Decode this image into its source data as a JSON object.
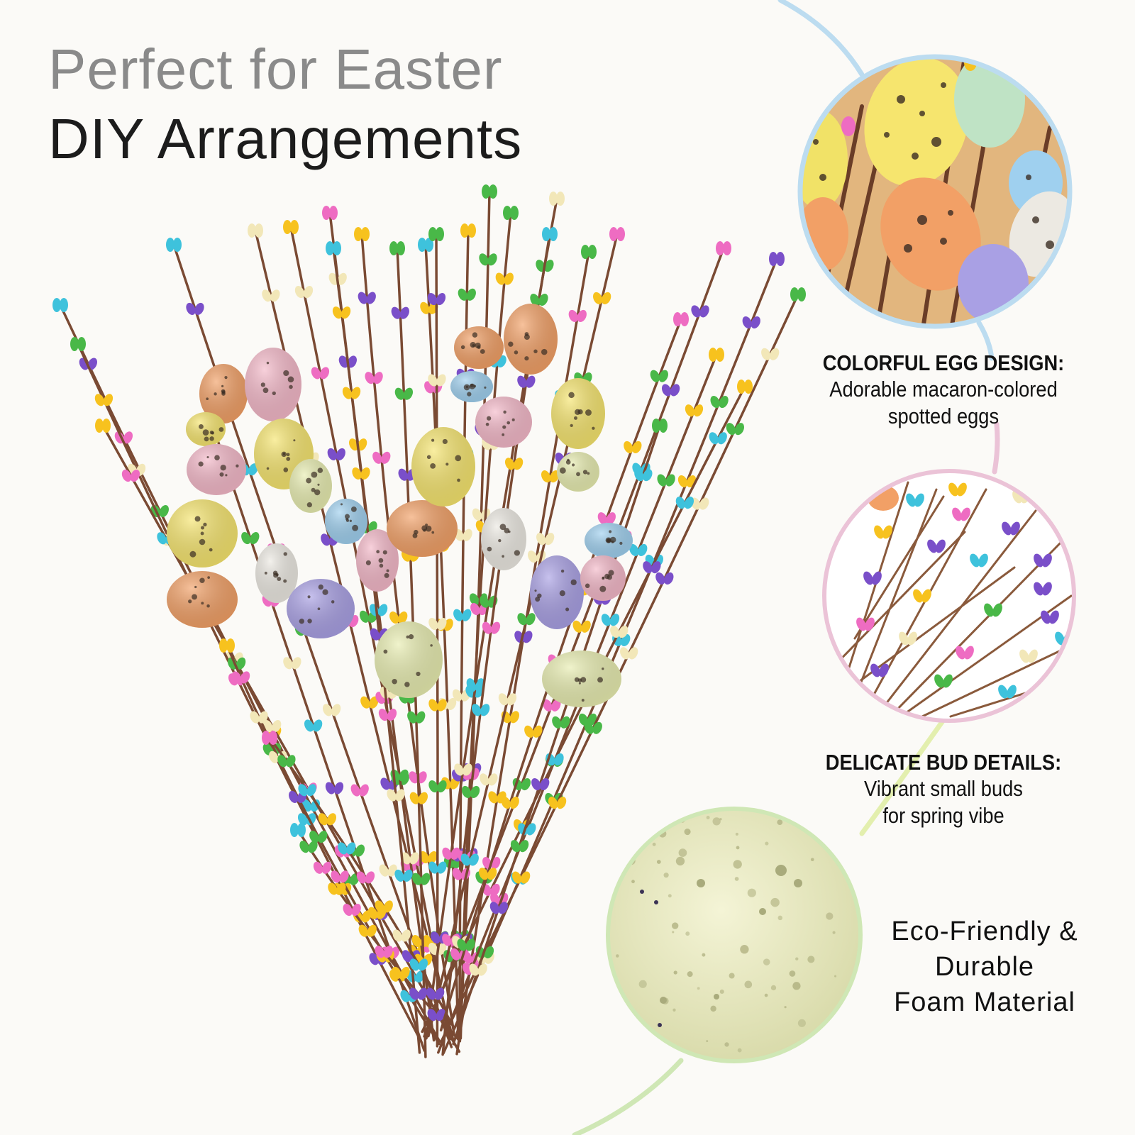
{
  "heading": {
    "line1": "Perfect for Easter",
    "line2": "DIY Arrangements"
  },
  "callouts": [
    {
      "id": "egg-design",
      "title": "COLORFUL EGG DESIGN:",
      "body_lines": [
        "Adorable macaron-colored",
        "spotted eggs"
      ]
    },
    {
      "id": "bud-details",
      "title": "DELICATE BUD DETAILS:",
      "body_lines": [
        "Vibrant small buds",
        "for spring vibe"
      ]
    },
    {
      "id": "foam-material",
      "title": "",
      "body_lines": [
        "Eco-Friendly &",
        "Durable",
        "Foam Material"
      ]
    }
  ],
  "colors": {
    "background": "#fbfaf7",
    "circle_blue": "#bcdcf0",
    "circle_pink": "#ebc3d7",
    "circle_green": "#cfe7b5",
    "stem": "#7a4a33",
    "egg_colors": [
      "#f2a066",
      "#f6e56e",
      "#9fd0ef",
      "#f4b8c8",
      "#ece9e2",
      "#a9a0e4",
      "#e8edb0"
    ],
    "bud_colors": [
      "#f7c21e",
      "#ee6cc2",
      "#49b848",
      "#3ec2dc",
      "#7a4fc9",
      "#f2e7b8"
    ]
  }
}
